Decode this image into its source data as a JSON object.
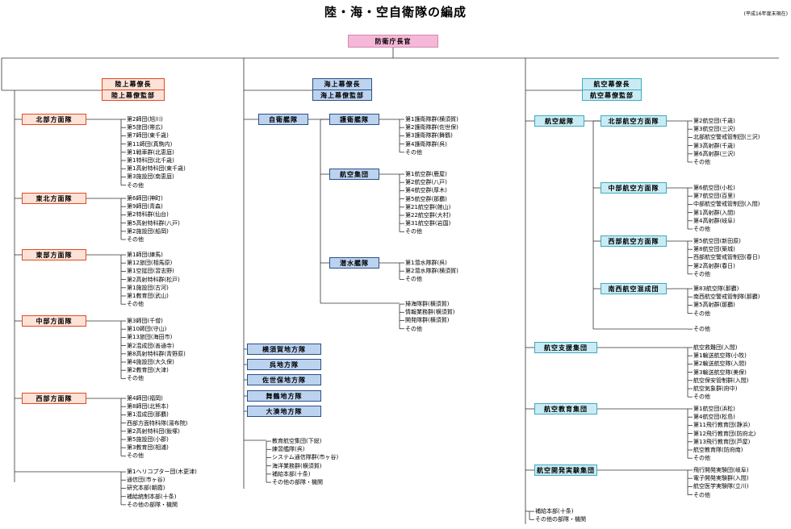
{
  "title": "陸・海・空自衛隊の編成",
  "note": "(平成16年度末現在)",
  "root": "防衛庁長官",
  "gsdf": {
    "head1": "陸上幕僚長",
    "head2": "陸上幕僚監部",
    "armies": [
      {
        "name": "北部方面隊",
        "units": [
          "第2師団(旭川)",
          "第5旅団(帯広)",
          "第7師団(東千歳)",
          "第11師団(真駒内)",
          "第1戦車群(北恵庭)",
          "第1特科団(北千歳)",
          "第1高射特科団(東千歳)",
          "第3施設団(南恵庭)",
          "その他"
        ]
      },
      {
        "name": "東北方面隊",
        "units": [
          "第6師団(神町)",
          "第9師団(青森)",
          "第2特科群(仙台)",
          "第5高射特科群(八戸)",
          "第2施設団(船岡)",
          "その他"
        ]
      },
      {
        "name": "東部方面隊",
        "units": [
          "第1師団(練馬)",
          "第12旅団(相馬原)",
          "第1空挺団(習志野)",
          "第2高射特科群(松戸)",
          "第1施設団(古河)",
          "第1教育団(武山)",
          "その他"
        ]
      },
      {
        "name": "中部方面隊",
        "units": [
          "第3師団(千僧)",
          "第10師団(守山)",
          "第13旅団(海田市)",
          "第2混成団(善通寺)",
          "第8高射特科群(青野原)",
          "第4施設団(大久保)",
          "第2教育団(大津)",
          "その他"
        ]
      },
      {
        "name": "西部方面隊",
        "units": [
          "第4師団(福岡)",
          "第8師団(北熊本)",
          "第1混成団(那覇)",
          "西部方面特科隊(湯布院)",
          "第2高射特科団(飯塚)",
          "第5施設団(小郡)",
          "第3教育団(相浦)",
          "その他"
        ]
      }
    ],
    "others": [
      "第1ヘリコプター団(木更津)",
      "通信団(市ヶ谷)",
      "研究本部(朝霞)",
      "補給統制本部(十条)",
      "その他の部隊・機関"
    ]
  },
  "msdf": {
    "head1": "海上幕僚長",
    "head2": "海上幕僚監部",
    "fleet": "自衛艦隊",
    "groups": [
      {
        "name": "護衛艦隊",
        "units": [
          "第1護衛隊群(横須賀)",
          "第2護衛隊群(佐世保)",
          "第3護衛隊群(舞鶴)",
          "第4護衛隊群(呉)",
          "その他"
        ]
      },
      {
        "name": "航空集団",
        "units": [
          "第1航空群(鹿屋)",
          "第2航空群(八戸)",
          "第4航空群(厚木)",
          "第5航空群(那覇)",
          "第21航空群(館山)",
          "第22航空群(大村)",
          "第31航空群(岩国)",
          "その他"
        ]
      },
      {
        "name": "潜水艦隊",
        "units": [
          "第1潜水隊群(呉)",
          "第2潜水隊群(横須賀)",
          "その他"
        ]
      }
    ],
    "fleet_others": [
      "掃海隊群(横須賀)",
      "情報業務群(横須賀)",
      "開発隊群(横須賀)",
      "その他"
    ],
    "districts": [
      "横須賀地方隊",
      "呉地方隊",
      "佐世保地方隊",
      "舞鶴地方隊",
      "大湊地方隊"
    ],
    "others": [
      "教育航空集団(下総)",
      "練習艦隊(呉)",
      "システム通信隊群(市ヶ谷)",
      "海洋業務群(横須賀)",
      "補給本部(十条)",
      "その他の部隊・機関"
    ]
  },
  "asdf": {
    "head1": "航空幕僚長",
    "head2": "航空幕僚監部",
    "ado": "航空総隊",
    "forces": [
      {
        "name": "北部航空方面隊",
        "units": [
          "第2航空団(千歳)",
          "第3航空団(三沢)",
          "北部航空警戒管制団(三沢)",
          "第3高射群(千歳)",
          "第6高射群(三沢)",
          "その他"
        ]
      },
      {
        "name": "中部航空方面隊",
        "units": [
          "第6航空団(小松)",
          "第7航空団(百里)",
          "中部航空警戒管制団(入間)",
          "第1高射群(入間)",
          "第4高射群(岐阜)",
          "その他"
        ]
      },
      {
        "name": "西部航空方面隊",
        "units": [
          "第5航空団(新田原)",
          "第8航空団(築城)",
          "西部航空警戒管制団(春日)",
          "第2高射群(春日)",
          "その他"
        ]
      },
      {
        "name": "南西航空混成団",
        "units": [
          "第83航空隊(那覇)",
          "南西航空警戒管制隊(那覇)",
          "第5高射群(那覇)",
          "その他"
        ]
      }
    ],
    "ado_other": "その他",
    "commands": [
      {
        "name": "航空支援集団",
        "units": [
          "航空救難団(入間)",
          "第1輸送航空隊(小牧)",
          "第2輸送航空隊(入間)",
          "第3輸送航空隊(美保)",
          "航空保安管制群(入間)",
          "航空気象群(府中)",
          "その他"
        ]
      },
      {
        "name": "航空教育集団",
        "units": [
          "第1航空団(浜松)",
          "第4航空団(松島)",
          "第11飛行教育団(静浜)",
          "第12飛行教育団(防府北)",
          "第13飛行教育団(芦屋)",
          "航空教育隊(防府南)",
          "その他"
        ]
      },
      {
        "name": "航空開発実験集団",
        "units": [
          "飛行開発実験団(岐阜)",
          "電子開発実験群(入間)",
          "航空医学実験隊(立川)",
          "その他"
        ]
      }
    ],
    "others": [
      "補給本部(十条)",
      "その他の部隊・機関"
    ]
  }
}
